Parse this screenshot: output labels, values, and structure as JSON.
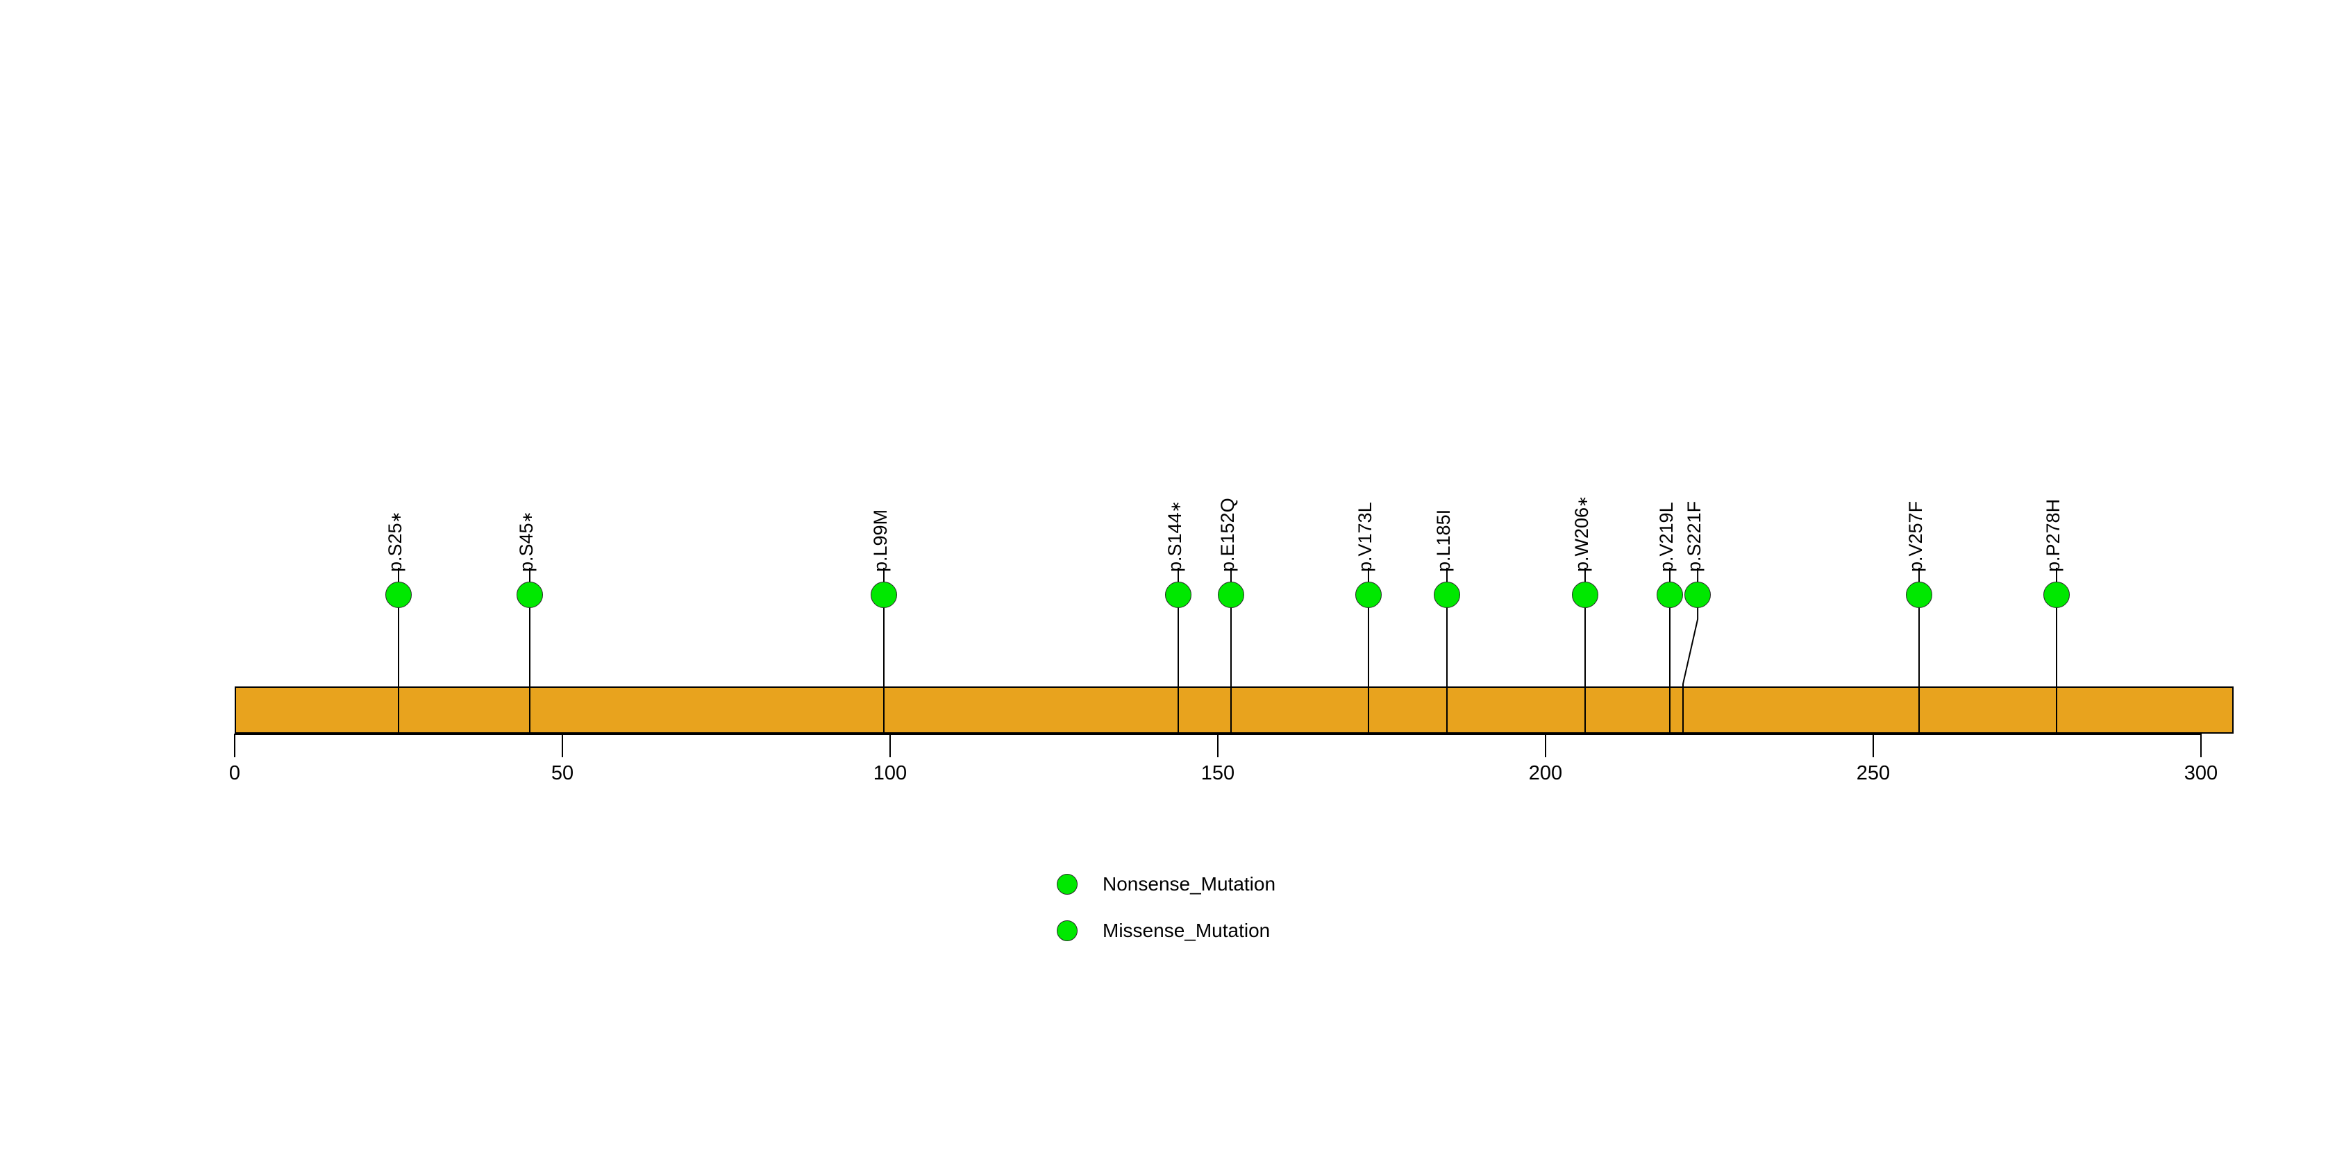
{
  "chart_data": {
    "type": "lollipop",
    "title": "",
    "subtitle": "",
    "xlabel": "",
    "ylabel": "",
    "xlim": [
      0,
      300
    ],
    "grid": false,
    "legend_position": "bottom-center",
    "protein_length": 305,
    "backbone": {
      "name": "protein-backbone",
      "start": 0,
      "end": 305,
      "color": "#E8A31E",
      "border_color": "#000000"
    },
    "axis": {
      "ticks": [
        0,
        50,
        100,
        150,
        200,
        250,
        300
      ],
      "tick_labels": [
        "0",
        "50",
        "100",
        "150",
        "200",
        "250",
        "300"
      ]
    },
    "mutations": [
      {
        "label": "p.S25",
        "position": 25,
        "aa_change": "S25*",
        "stop": true,
        "type": "Nonsense_Mutation",
        "count": 1,
        "color": "#00E800"
      },
      {
        "label": "p.S45",
        "position": 45,
        "aa_change": "S45*",
        "stop": true,
        "type": "Nonsense_Mutation",
        "count": 1,
        "color": "#00E800"
      },
      {
        "label": "p.L99M",
        "position": 99,
        "aa_change": "L99M",
        "stop": false,
        "type": "Missense_Mutation",
        "count": 1,
        "color": "#00E800"
      },
      {
        "label": "p.S144",
        "position": 144,
        "aa_change": "S144*",
        "stop": true,
        "type": "Nonsense_Mutation",
        "count": 1,
        "color": "#00E800"
      },
      {
        "label": "p.E152Q",
        "position": 152,
        "aa_change": "E152Q",
        "stop": false,
        "type": "Missense_Mutation",
        "count": 1,
        "color": "#00E800"
      },
      {
        "label": "p.V173L",
        "position": 173,
        "aa_change": "V173L",
        "stop": false,
        "type": "Missense_Mutation",
        "count": 1,
        "color": "#00E800"
      },
      {
        "label": "p.L185I",
        "position": 185,
        "aa_change": "L185I",
        "stop": false,
        "type": "Missense_Mutation",
        "count": 1,
        "color": "#00E800"
      },
      {
        "label": "p.W206",
        "position": 206,
        "aa_change": "W206*",
        "stop": true,
        "type": "Nonsense_Mutation",
        "count": 1,
        "color": "#00E800"
      },
      {
        "label": "p.V219L",
        "position": 219,
        "aa_change": "V219L",
        "stop": false,
        "type": "Missense_Mutation",
        "count": 1,
        "color": "#00E800"
      },
      {
        "label": "p.S221F",
        "position": 221,
        "aa_change": "S221F",
        "stop": false,
        "type": "Missense_Mutation",
        "count": 1,
        "color": "#00E800"
      },
      {
        "label": "p.V257F",
        "position": 257,
        "aa_change": "V257F",
        "stop": false,
        "type": "Missense_Mutation",
        "count": 1,
        "color": "#00E800"
      },
      {
        "label": "p.P278H",
        "position": 278,
        "aa_change": "P278H",
        "stop": false,
        "type": "Missense_Mutation",
        "count": 1,
        "color": "#00E800"
      }
    ],
    "legend": [
      {
        "label": "Nonsense_Mutation",
        "color": "#00E800"
      },
      {
        "label": "Missense_Mutation",
        "color": "#00E800"
      }
    ]
  }
}
